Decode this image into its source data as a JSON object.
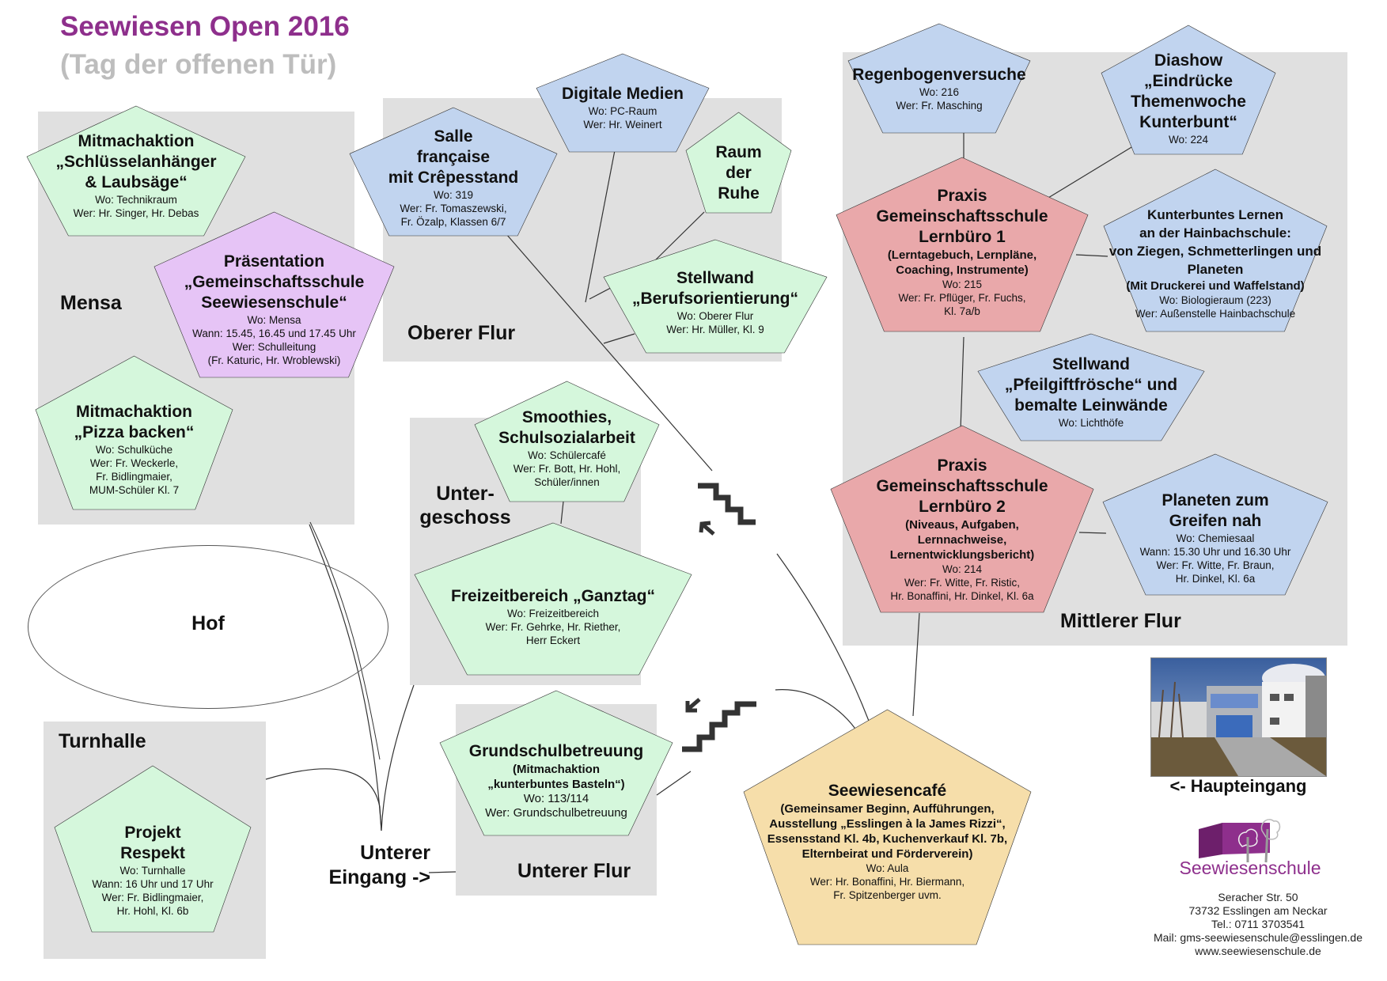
{
  "header": {
    "title": "Seewiesen Open 2016",
    "subtitle": "(Tag der offenen Tür)"
  },
  "colors": {
    "title": "#8e2f8c",
    "subtitle": "#bdbdbd",
    "zone": "#e0e0e0",
    "green": "#d5f7dc",
    "blue": "#c1d4ef",
    "purple": "#e6c4f6",
    "red": "#e9a8aa",
    "yellow": "#f6deaa"
  },
  "zones": {
    "mensa": "Mensa",
    "oberer_flur": "Oberer Flur",
    "untergeschoss": "Unter-\ngeschoss",
    "mittlerer_flur": "Mittlerer Flur",
    "turnhalle": "Turnhalle",
    "unterer_flur": "Unterer Flur",
    "hof": "Hof",
    "unterer_eingang": "Unterer\nEingang ->"
  },
  "stations": {
    "schluesselanhaenger": {
      "title": "Mitmachaktion\n„Schlüsselanhänger\n& Laubsäge“",
      "details": "Wo: Technikraum\nWer: Hr. Singer, Hr. Debas"
    },
    "praesentation": {
      "title": "Präsentation\n„Gemeinschaftsschule\nSeewiesenschule“",
      "details": "Wo: Mensa\nWann: 15.45, 16.45 und 17.45 Uhr\nWer: Schulleitung\n(Fr. Katuric, Hr. Wroblewski)"
    },
    "pizza": {
      "title": "Mitmachaktion\n„Pizza backen“",
      "details": "Wo: Schulküche\nWer:  Fr. Weckerle,\nFr. Bidlingmaier,\nMUM-Schüler Kl. 7"
    },
    "salle": {
      "title": "Salle\nfrançaise\nmit Crêpesstand",
      "details": "Wo: 319\nWer: Fr. Tomaszewski,\nFr. Özalp, Klassen 6/7"
    },
    "digitale_medien": {
      "title": "Digitale Medien",
      "details": "Wo: PC-Raum\nWer: Hr. Weinert"
    },
    "raum_der_ruhe": {
      "title": "Raum\nder\nRuhe",
      "details": ""
    },
    "berufsorientierung": {
      "title": "Stellwand\n„Berufsorientierung“",
      "details": "Wo: Oberer Flur\nWer: Hr. Müller, Kl. 9"
    },
    "smoothies": {
      "title": "Smoothies,\nSchulsozialarbeit",
      "details": "Wo: Schülercafé\nWer: Fr. Bott, Hr. Hohl,\nSchüler/innen"
    },
    "freizeitbereich": {
      "title": "Freizeitbereich „Ganztag“",
      "details": "Wo: Freizeitbereich\nWer: Fr. Gehrke, Hr. Riether,\nHerr Eckert"
    },
    "regenbogen": {
      "title": "Regenbogenversuche",
      "details": "Wo: 216\nWer: Fr. Masching"
    },
    "diashow": {
      "title": "Diashow\n„Eindrücke\nThemenwoche\nKunterbunt“",
      "details": "Wo: 224"
    },
    "lernbuero1": {
      "title": "Praxis\nGemeinschaftsschule\nLernbüro 1",
      "subtitle": "(Lerntagebuch, Lernpläne,\nCoaching, Instrumente)",
      "details": "Wo: 215\nWer: Fr. Pflüger, Fr. Fuchs,\nKl. 7a/b"
    },
    "hainbach": {
      "title": "Kunterbuntes Lernen\nan der Hainbachschule:\nvon Ziegen, Schmetterlingen und\nPlaneten",
      "subtitle": "(Mit Druckerei und Waffelstand)",
      "details": "Wo: Biologieraum (223)\nWer: Außenstelle Hainbachschule"
    },
    "pfeilgift": {
      "title": "Stellwand\n„Pfeilgiftfrösche“ und\nbemalte Leinwände",
      "details": "Wo: Lichthöfe"
    },
    "lernbuero2": {
      "title": "Praxis\nGemeinschaftsschule\nLernbüro 2",
      "subtitle": "(Niveaus, Aufgaben,\nLernnachweise,\nLernentwicklungsbericht)",
      "details": "Wo: 214\nWer: Fr. Witte, Fr. Ristic,\nHr. Bonaffini, Hr. Dinkel, Kl. 6a"
    },
    "planeten": {
      "title": "Planeten zum\nGreifen nah",
      "details": "Wo: Chemiesaal\nWann: 15.30 Uhr und 16.30 Uhr\nWer: Fr. Witte, Fr. Braun,\nHr. Dinkel, Kl. 6a"
    },
    "respekt": {
      "title": "Projekt\nRespekt",
      "details": "Wo: Turnhalle\nWann: 16 Uhr und 17 Uhr\nWer: Fr. Bidlingmaier,\nHr. Hohl, Kl. 6b"
    },
    "grundschule": {
      "title": "Grundschulbetreuung",
      "subtitle": "(Mitmachaktion\n„kunterbuntes Basteln“)",
      "details": "Wo: 113/114\nWer: Grundschulbetreuung"
    },
    "seewiesencafe": {
      "title": "Seewiesencafé",
      "subtitle": "(Gemeinsamer Beginn, Aufführungen,\nAusstellung „Esslingen à la James Rizzi“,\nEssensstand Kl. 4b, Kuchenverkauf Kl. 7b,\nElternbeirat und Förderverein)",
      "details": "Wo: Aula\nWer: Hr. Bonaffini, Hr. Biermann,\nFr. Spitzenberger uvm."
    }
  },
  "icons": {
    "stairs_up": "stairs-up-icon",
    "stairs_down": "stairs-down-icon"
  },
  "sidebar": {
    "entrance_label": "<- Haupteingang",
    "logo_text": "Seewiesenschule",
    "address": [
      "Seracher Str. 50",
      "73732 Esslingen am Neckar",
      "Tel.: 0711 3703541",
      "Mail: gms-seewiesenschule@esslingen.de",
      "www.seewiesenschule.de"
    ]
  }
}
